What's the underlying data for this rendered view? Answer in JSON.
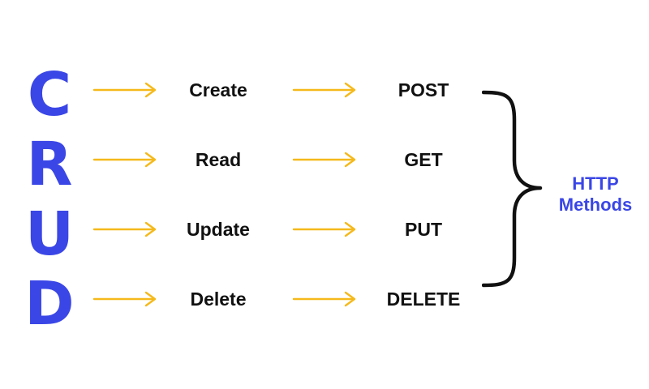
{
  "colors": {
    "accent": "#3a46e6",
    "arrow": "#f5b91a",
    "text": "#111111",
    "brace": "#111111"
  },
  "rows": [
    {
      "letter": "C",
      "operation": "Create",
      "method": "POST"
    },
    {
      "letter": "R",
      "operation": "Read",
      "method": "GET"
    },
    {
      "letter": "U",
      "operation": "Update",
      "method": "PUT"
    },
    {
      "letter": "D",
      "operation": "Delete",
      "method": "DELETE"
    }
  ],
  "group_label": {
    "line1": "HTTP",
    "line2": "Methods"
  },
  "icons": {
    "arrow": "right-arrow-icon",
    "brace": "curly-brace-icon"
  }
}
